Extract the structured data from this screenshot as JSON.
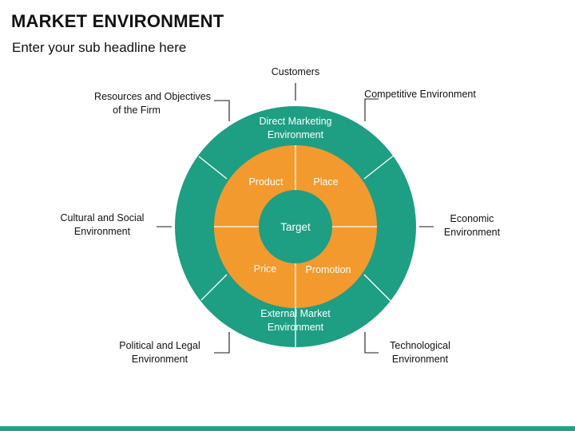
{
  "header": {
    "title": "MARKET ENVIRONMENT",
    "subtitle": "Enter your sub headline here"
  },
  "colors": {
    "teal": "#1e9e83",
    "orange": "#f29a2e",
    "line": "#1a1a1a",
    "bar": "#1fa386"
  },
  "ring": {
    "top_label": [
      "Direct Marketing",
      "Environment"
    ],
    "bottom_label": [
      "External Market",
      "Environment"
    ]
  },
  "inner": {
    "product": "Product",
    "place": "Place",
    "price": "Price",
    "promotion": "Promotion",
    "center": "Target"
  },
  "outer_labels": {
    "customers": [
      "Customers"
    ],
    "competitive": [
      "Competitive Environment"
    ],
    "resources": [
      "Resources and Objectives",
      "of the Firm"
    ],
    "cultural": [
      "Cultural and Social",
      "Environment"
    ],
    "economic": [
      "Economic",
      "Environment"
    ],
    "political": [
      "Political and Legal",
      "Environment"
    ],
    "technological": [
      "Technological",
      "Environment"
    ]
  }
}
